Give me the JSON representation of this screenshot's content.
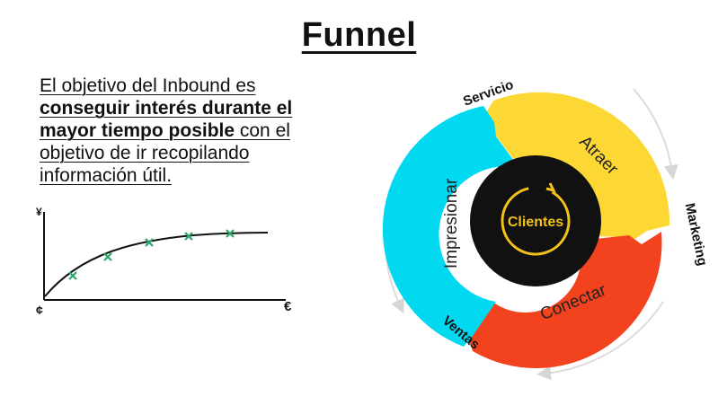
{
  "slide": {
    "title": "Funnel",
    "intro": {
      "part1": "El objetivo del Inbound es ",
      "bold1": "conseguir interés durante el mayor tiempo posible",
      "part2": " con el objetivo de ir recopilando información útil."
    }
  },
  "mini_chart": {
    "y_axis_symbol": "¥",
    "origin_symbol": "¢",
    "x_axis_symbol": "€",
    "marker_color": "#2ca66b",
    "markers": 5
  },
  "cycle": {
    "center": "Clientes",
    "segments": [
      {
        "label": "Atraer",
        "color": "#fdd835"
      },
      {
        "label": "Conectar",
        "color": "#f2431e"
      },
      {
        "label": "Impresionar",
        "color": "#00d9f0"
      }
    ],
    "outer_labels": {
      "top": "Servicio",
      "right": "Marketing",
      "bottom": "Ventas"
    },
    "center_color": "#111111",
    "accent": "#f2c21b"
  }
}
